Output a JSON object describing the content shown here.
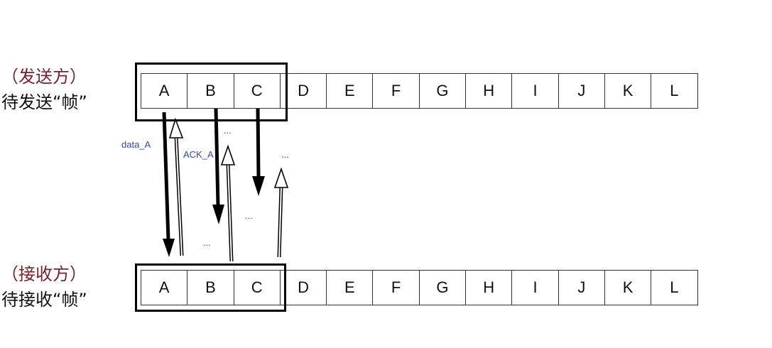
{
  "sender": {
    "role_label": "（发送方）",
    "queue_label": "待发送“帧”",
    "frames": [
      "A",
      "B",
      "C",
      "D",
      "E",
      "F",
      "G",
      "H",
      "I",
      "J",
      "K",
      "L"
    ]
  },
  "receiver": {
    "role_label": "（接收方）",
    "queue_label": "待接收“帧”",
    "frames": [
      "A",
      "B",
      "C",
      "D",
      "E",
      "F",
      "G",
      "H",
      "I",
      "J",
      "K",
      "L"
    ]
  },
  "annotations": {
    "data_label": "data_A",
    "ack_label": "ACK_A",
    "ellipsis_1": "...",
    "ellipsis_2": "...",
    "ellipsis_3": "...",
    "ellipsis_4": "..."
  },
  "colors": {
    "role_text": "#7a1f2b",
    "annotation_text": "#3344bb"
  }
}
